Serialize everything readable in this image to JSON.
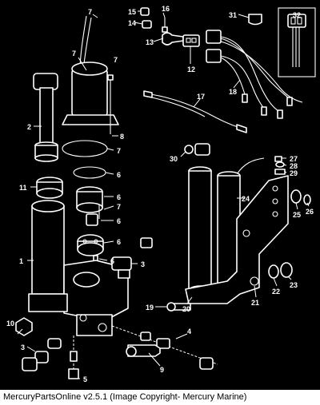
{
  "caption": "MercuryPartsOnline v2.5.1 (Image Copyright- Mercury Marine)",
  "callouts": {
    "c1": "1",
    "c2": "2",
    "c3a": "3",
    "c3b": "3",
    "c4": "4",
    "c5": "5",
    "c6a": "6",
    "c6b": "6",
    "c6c": "6",
    "c6d": "6",
    "c6e": "6",
    "c7a": "7",
    "c7b": "7",
    "c7c": "7",
    "c7d": "7",
    "c7e": "7",
    "c8": "8",
    "c9": "9",
    "c10": "10",
    "c11": "11",
    "c12": "12",
    "c13": "13",
    "c14": "14",
    "c15": "15",
    "c16": "16",
    "c17": "17",
    "c18": "18",
    "c19": "19",
    "c20": "20",
    "c21": "21",
    "c22": "22",
    "c23": "23",
    "c24": "24",
    "c25": "25",
    "c26": "26",
    "c27": "27",
    "c28": "28",
    "c29": "29",
    "c30": "30",
    "c31": "31",
    "c32": "32"
  }
}
